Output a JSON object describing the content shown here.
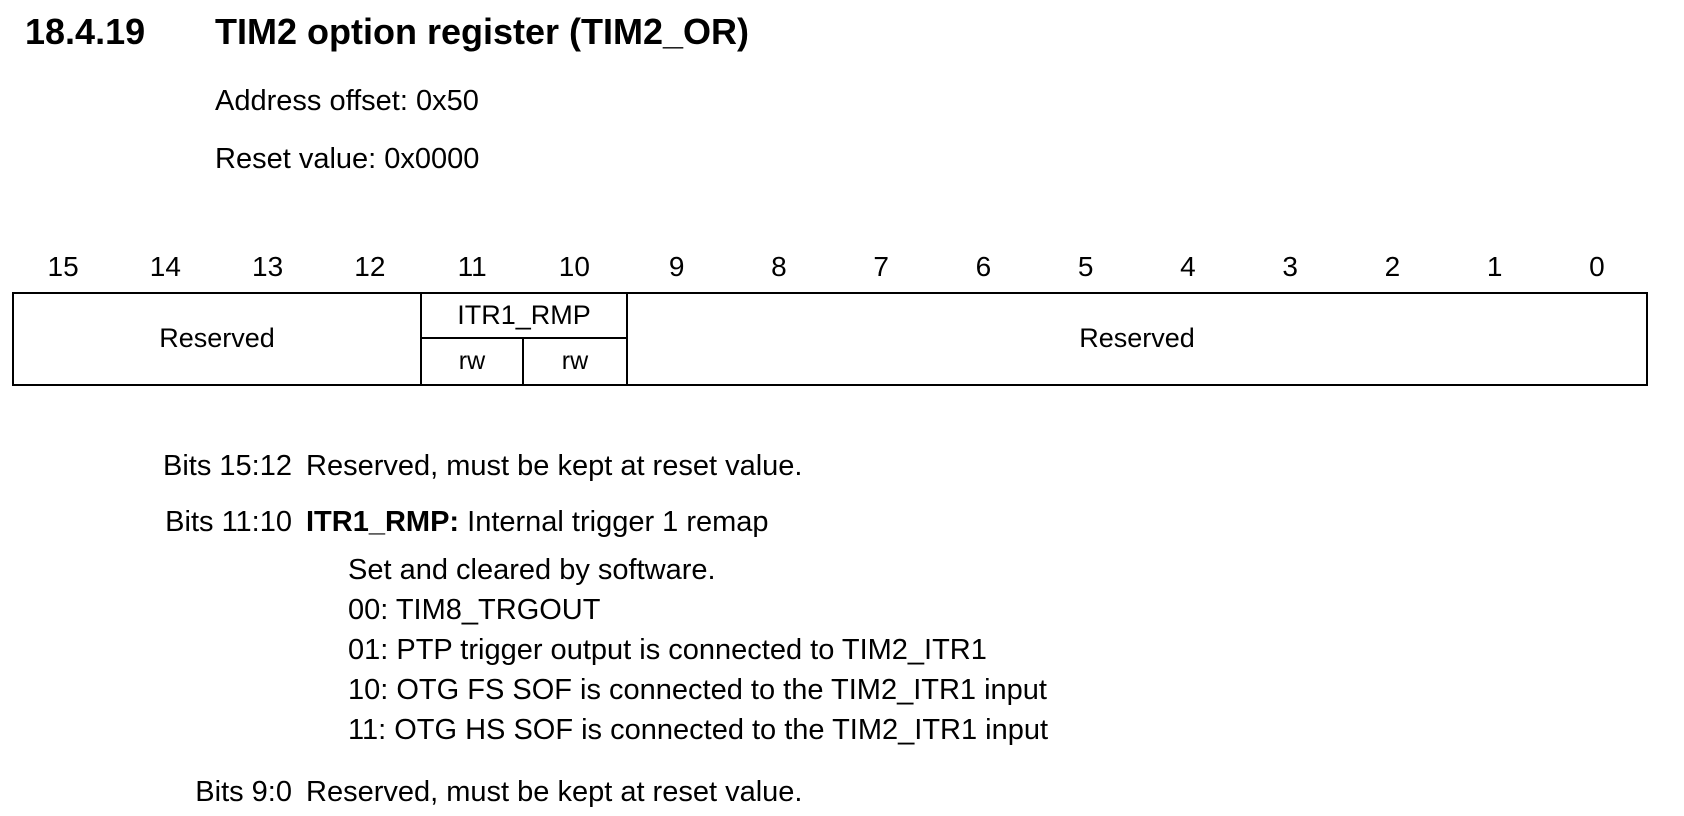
{
  "doc": {
    "section_number": "18.4.19",
    "title": "TIM2 option register (TIM2_OR)",
    "address_offset": "Address offset: 0x50",
    "reset_value": "Reset value: 0x0000"
  },
  "register_diagram": {
    "bit_numbers": [
      "15",
      "14",
      "13",
      "12",
      "11",
      "10",
      "9",
      "8",
      "7",
      "6",
      "5",
      "4",
      "3",
      "2",
      "1",
      "0"
    ],
    "fields": [
      {
        "name": "Reserved",
        "bits": "15:12"
      },
      {
        "name": "ITR1_RMP",
        "bits": "11:10",
        "access": [
          "rw",
          "rw"
        ]
      },
      {
        "name": "Reserved",
        "bits": "9:0"
      }
    ]
  },
  "bit_descriptions": [
    {
      "label": "Bits 15:12",
      "text": "Reserved, must be kept at reset value."
    },
    {
      "label": "Bits 11:10",
      "field_name": "ITR1_RMP:",
      "text": " Internal trigger 1 remap",
      "details": [
        "Set and cleared by software.",
        "00: TIM8_TRGOUT",
        "01: PTP trigger output is connected to TIM2_ITR1",
        "10: OTG FS SOF is connected to the TIM2_ITR1 input",
        "11: OTG HS SOF is connected to the TIM2_ITR1 input"
      ]
    },
    {
      "label": "Bits 9:0",
      "text": "Reserved, must be kept at reset value."
    }
  ]
}
